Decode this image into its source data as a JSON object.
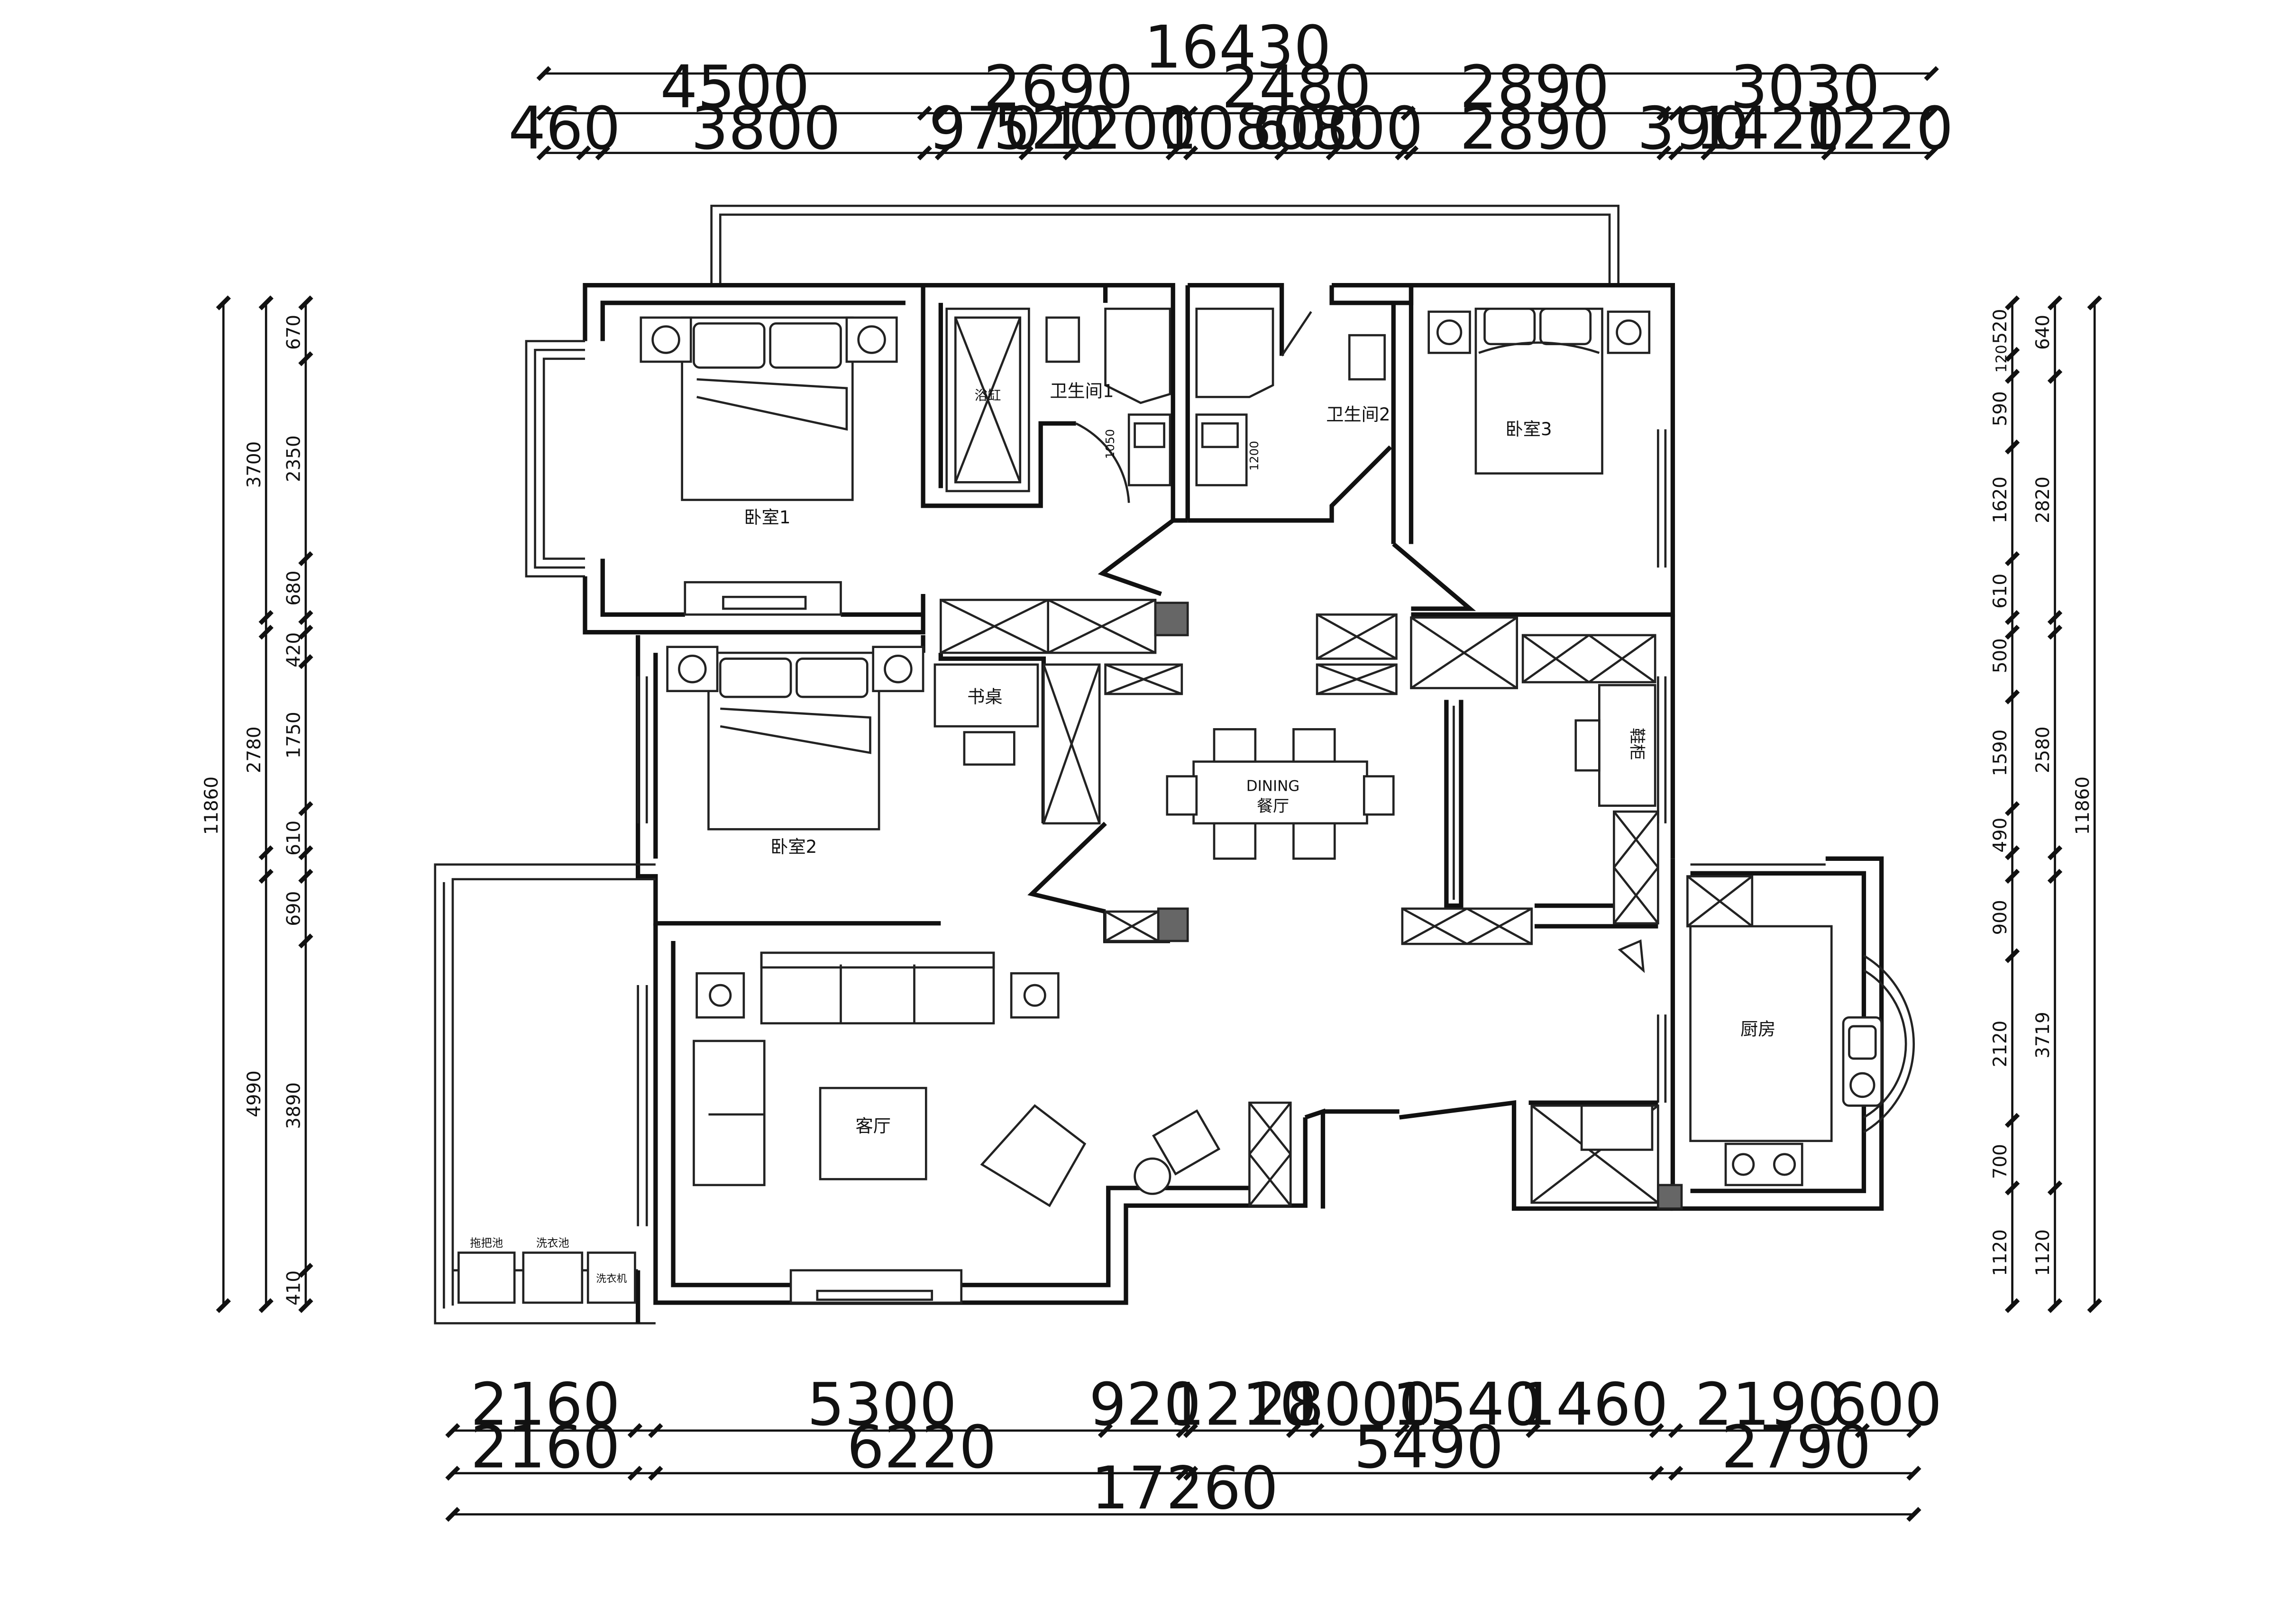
{
  "dimensions": {
    "top_total": "16430",
    "top_mid": [
      "4500",
      "2690",
      "2480",
      "2890",
      "3030"
    ],
    "top_detail": [
      "460",
      "3800",
      "970",
      "520",
      "1200",
      "1080",
      "600",
      "800",
      "2890",
      "390",
      "1420",
      "1220"
    ],
    "bottom_detail": [
      "2160",
      "5300",
      "920",
      "1210",
      "280",
      "1000",
      "1540",
      "1460",
      "2190",
      "600"
    ],
    "bottom_mid": [
      "2160",
      "6220",
      "5490",
      "2790"
    ],
    "bottom_total": "17260",
    "left_total": "11860",
    "left_mid": [
      "3700",
      "2780",
      "4990"
    ],
    "left_detail": [
      "670",
      "2350",
      "680",
      "420",
      "1750",
      "610",
      "690",
      "3890",
      "410"
    ],
    "right_total": "11860",
    "right_mid": [
      "640",
      "2820",
      "2580",
      "3719",
      "1120"
    ],
    "right_detail": [
      "520",
      "120",
      "590",
      "1620",
      "610",
      "500",
      "1590",
      "490",
      "900",
      "2120",
      "700",
      "1120"
    ]
  },
  "rooms": {
    "bedroom1": "卧室1",
    "bathroom1": "卫生间1",
    "bathtub": "浴缸",
    "bathroom2": "卫生间2",
    "bedroom3": "卧室3",
    "desk": "书桌",
    "bedroom2": "卧室2",
    "dining_en": "DINING",
    "dining_cn": "餐厅",
    "cabinet": "鞋柜",
    "kitchen": "厨房",
    "living": "客厅",
    "mop_sink": "拖把池",
    "wash_basin": "洗衣池",
    "washer": "洗衣机",
    "bath1_tag": "1050",
    "bath2_tag": "1200"
  }
}
